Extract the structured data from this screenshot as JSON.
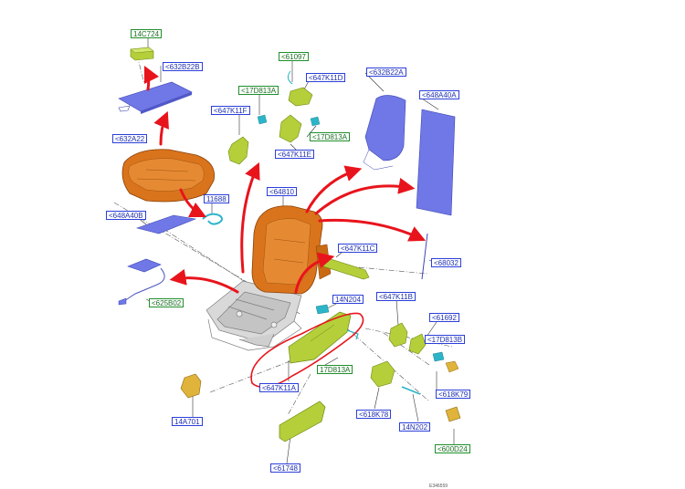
{
  "colors": {
    "arrow_red": "#e8141c",
    "foam_orange": "#d9741c",
    "cover_blue": "#6f78e6",
    "part_green": "#b4cf3a",
    "part_yellow": "#e0b33a",
    "frame_gray": "#b9b9b9",
    "label_blue": "#2b3fd9",
    "label_green": "#1f8f2a"
  },
  "labels": [
    {
      "id": "14c724",
      "text": "14C724",
      "style": "green"
    },
    {
      "id": "632b22b-a",
      "text": "<632B22B",
      "style": "blue"
    },
    {
      "id": "61097",
      "text": "<61097",
      "style": "green"
    },
    {
      "id": "647k11d",
      "text": "<647K11D",
      "style": "blue"
    },
    {
      "id": "632b22a",
      "text": "<632B22A",
      "style": "blue"
    },
    {
      "id": "648a40a",
      "text": "<648A40A",
      "style": "blue"
    },
    {
      "id": "17d813a-top",
      "text": "<17D813A",
      "style": "green"
    },
    {
      "id": "647k11f",
      "text": "<647K11F",
      "style": "blue"
    },
    {
      "id": "17d813a-mid",
      "text": "<17D813A",
      "style": "green"
    },
    {
      "id": "632a22",
      "text": "<632A22",
      "style": "blue"
    },
    {
      "id": "647k11e",
      "text": "<647K11E",
      "style": "blue"
    },
    {
      "id": "11688",
      "text": "11688",
      "style": "blue"
    },
    {
      "id": "64810",
      "text": "<64810",
      "style": "blue"
    },
    {
      "id": "648a40b",
      "text": "<648A40B",
      "style": "blue"
    },
    {
      "id": "647k11c",
      "text": "<647K11C",
      "style": "blue"
    },
    {
      "id": "68032",
      "text": "<68032",
      "style": "blue"
    },
    {
      "id": "14n204",
      "text": "14N204",
      "style": "blue"
    },
    {
      "id": "625b02",
      "text": "<625B02",
      "style": "green"
    },
    {
      "id": "647k11b",
      "text": "<647K11B",
      "style": "blue"
    },
    {
      "id": "61692",
      "text": "<61692",
      "style": "blue"
    },
    {
      "id": "17d813b",
      "text": "<17D813B",
      "style": "blue"
    },
    {
      "id": "17d813a-low",
      "text": "17D813A",
      "style": "green"
    },
    {
      "id": "647k11a",
      "text": "<647K11A",
      "style": "blue"
    },
    {
      "id": "618k79",
      "text": "<618K79",
      "style": "blue"
    },
    {
      "id": "618k78",
      "text": "<618K78",
      "style": "blue"
    },
    {
      "id": "14a701",
      "text": "14A701",
      "style": "blue"
    },
    {
      "id": "14n202",
      "text": "14N202",
      "style": "blue"
    },
    {
      "id": "600d24",
      "text": "<600D24",
      "style": "green"
    },
    {
      "id": "61748",
      "text": "<61748",
      "style": "blue"
    }
  ],
  "footer_code": "E346559"
}
